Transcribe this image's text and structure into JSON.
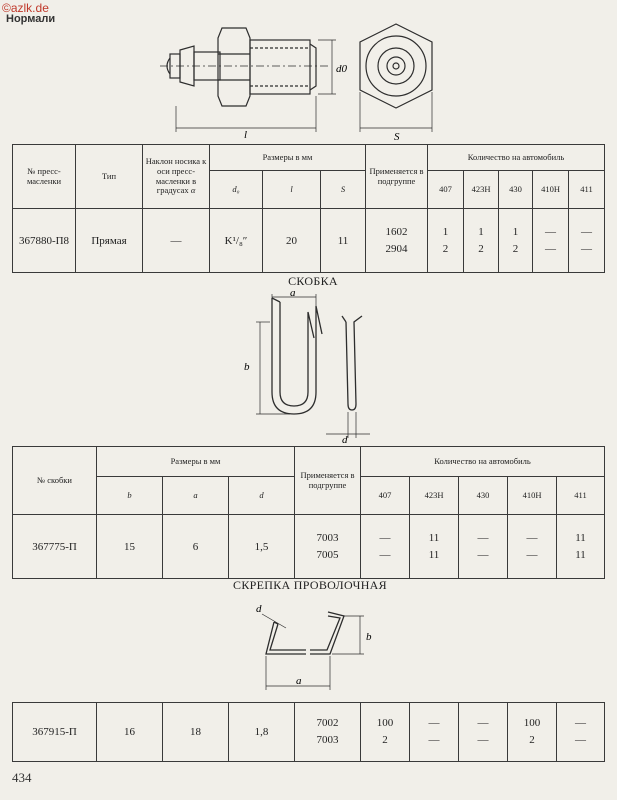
{
  "watermark": "©azlk.de",
  "section_head": "Нормали",
  "page_number": "434",
  "fitting": {
    "drawing_labels": {
      "l": "l",
      "d0": "d0",
      "S": "S"
    },
    "headers": {
      "no": "№ пресс-масленки",
      "type": "Тип",
      "angle": "Наклон носика к оси пресс-масленки в градусах",
      "angle_sym": "α",
      "sizes": "Размеры в мм",
      "d0": "d₀",
      "l": "l",
      "S": "S",
      "applied": "Применяется в подгруппе",
      "qty": "Количество на автомобиль",
      "models": [
        "407",
        "423Н",
        "430",
        "410Н",
        "411"
      ]
    },
    "row": {
      "no": "367880-П8",
      "type": "Прямая",
      "angle": "—",
      "d0": "K¹/₈″",
      "l": "20",
      "S": "11",
      "applied": [
        "1602",
        "2904"
      ],
      "qty": [
        [
          "1",
          "1",
          "1",
          "—",
          "—"
        ],
        [
          "2",
          "2",
          "2",
          "—",
          "—"
        ]
      ]
    }
  },
  "bracket": {
    "caption": "СКОБКА",
    "drawing_labels": {
      "a": "a",
      "b": "b",
      "d": "d"
    },
    "headers": {
      "no": "№ скобки",
      "sizes": "Размеры в мм",
      "b": "b",
      "a": "a",
      "d": "d",
      "applied": "Применяется в подгруппе",
      "qty": "Количество на автомобиль",
      "models": [
        "407",
        "423Н",
        "430",
        "410Н",
        "411"
      ]
    },
    "row": {
      "no": "367775-П",
      "b": "15",
      "a": "6",
      "d": "1,5",
      "applied": [
        "7003",
        "7005"
      ],
      "qty": [
        [
          "—",
          "11",
          "—",
          "—",
          "11"
        ],
        [
          "—",
          "11",
          "—",
          "—",
          "11"
        ]
      ]
    }
  },
  "clip": {
    "caption": "СКРЕПКА ПРОВОЛОЧНАЯ",
    "drawing_labels": {
      "a": "a",
      "b": "b",
      "d": "d"
    },
    "row": {
      "no": "367915-П",
      "b": "16",
      "a": "18",
      "d": "1,8",
      "applied": [
        "7002",
        "7003"
      ],
      "qty": [
        [
          "100",
          "—",
          "—",
          "100",
          "—"
        ],
        [
          "2",
          "—",
          "—",
          "2",
          "—"
        ]
      ]
    }
  }
}
